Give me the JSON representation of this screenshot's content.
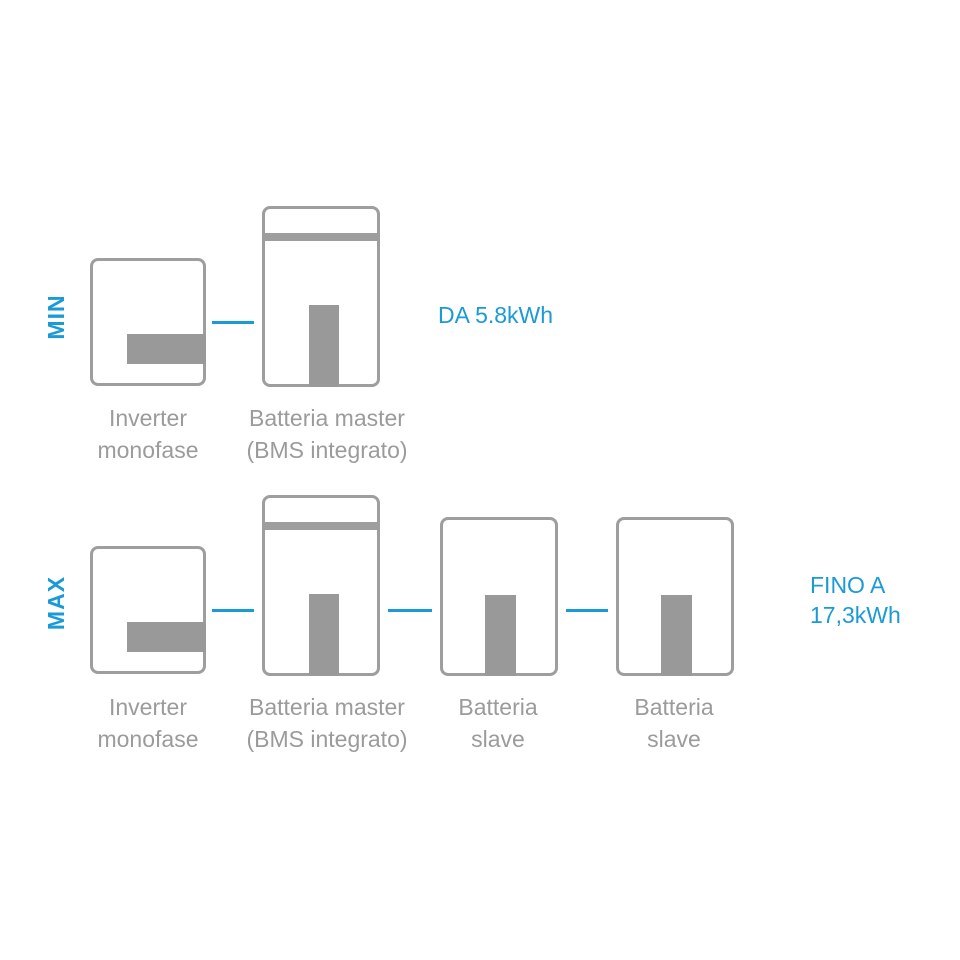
{
  "colors": {
    "accent": "#1a9ad6",
    "device_outline": "#9e9e9e",
    "caption_text": "#9b9b9b"
  },
  "rows": {
    "min": {
      "label": "MIN",
      "capacity": {
        "line1": "DA 5.8kWh"
      },
      "devices": [
        {
          "name_line1": "Inverter",
          "name_line2": "monofase"
        },
        {
          "name_line1": "Batteria master",
          "name_line2": "(BMS integrato)"
        }
      ]
    },
    "max": {
      "label": "MAX",
      "capacity": {
        "line1": "FINO A",
        "line2": "17,3kWh"
      },
      "devices": [
        {
          "name_line1": "Inverter",
          "name_line2": "monofase"
        },
        {
          "name_line1": "Batteria master",
          "name_line2": "(BMS integrato)"
        },
        {
          "name_line1": "Batteria",
          "name_line2": "slave"
        },
        {
          "name_line1": "Batteria",
          "name_line2": "slave"
        }
      ]
    }
  }
}
